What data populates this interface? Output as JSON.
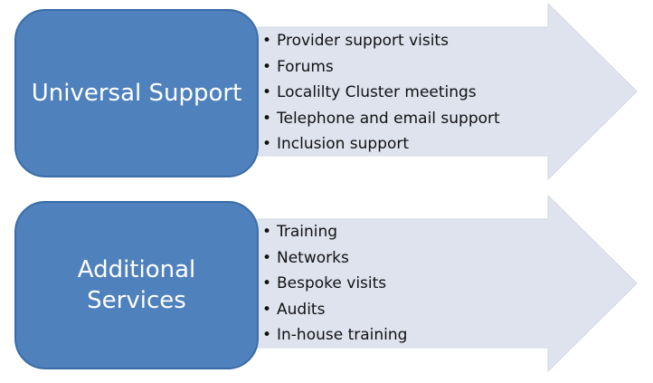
{
  "colors": {
    "box_fill": "#4f81bd",
    "box_border": "#3a6ca8",
    "arrow_fill": "#dfe3ee",
    "box_text": "#ffffff",
    "list_text": "#111111"
  },
  "bullet_glyph": "•",
  "rows": [
    {
      "box_label_lines": [
        "Universal Support"
      ],
      "items": [
        "Provider support visits",
        "Forums",
        "Localilty Cluster meetings",
        "Telephone and email support",
        "Inclusion support"
      ]
    },
    {
      "box_label_lines": [
        "Additional",
        "Services"
      ],
      "items": [
        "Training",
        "Networks",
        "Bespoke visits",
        "Audits",
        "In-house training"
      ]
    }
  ]
}
